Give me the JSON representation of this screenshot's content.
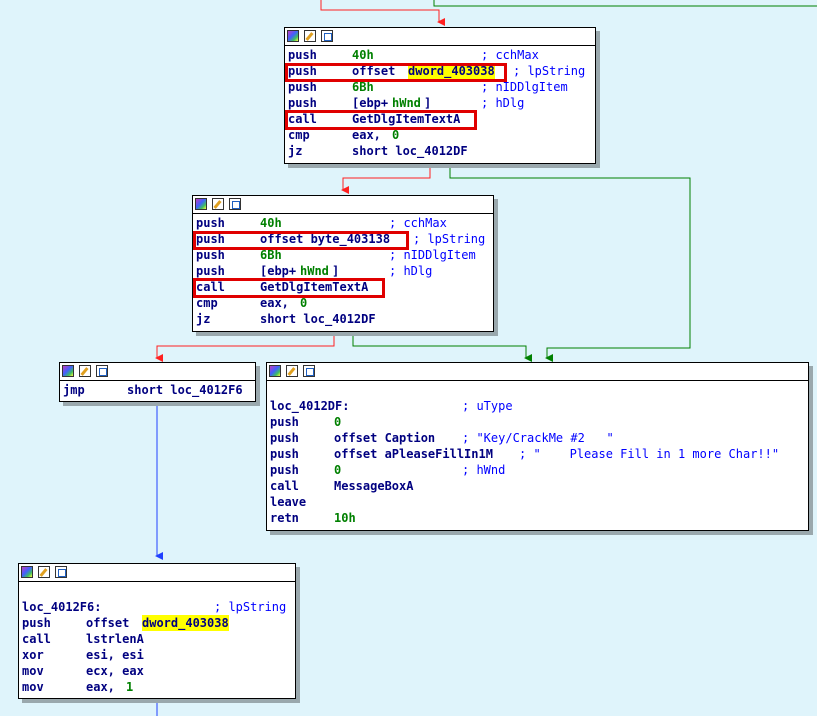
{
  "colors": {
    "background": "#dff4fb",
    "edge_false": "#ff2020",
    "edge_true": "#008000",
    "edge_jump": "#2040ff",
    "highlight_box": "#e00000",
    "highlight_fill": "#ffff00"
  },
  "titlebar_icons": [
    "graph-overview-icon",
    "rename-icon",
    "view-icon"
  ],
  "node1": {
    "lines": [
      {
        "mn": "push",
        "op": "40h",
        "cm": "; cchMax"
      },
      {
        "mn": "push",
        "op_a": "offset ",
        "op_b": "dword_403038",
        "cm": "; lpString"
      },
      {
        "mn": "push",
        "op": "6Bh",
        "cm": "; nIDDlgItem"
      },
      {
        "mn": "push",
        "op_a": "[ebp+",
        "op_b": "hWnd",
        "op_c": "]",
        "cm": "; hDlg"
      },
      {
        "mn": "call",
        "op": "GetDlgItemTextA"
      },
      {
        "mn": "cmp",
        "op_a": "eax, ",
        "op_b": "0"
      },
      {
        "mn": "jz",
        "op": "short loc_4012DF"
      }
    ]
  },
  "node2": {
    "lines": [
      {
        "mn": "push",
        "op": "40h",
        "cm": "; cchMax"
      },
      {
        "mn": "push",
        "op": "offset byte_403138",
        "cm": "; lpString"
      },
      {
        "mn": "push",
        "op": "6Bh",
        "cm": "; nIDDlgItem"
      },
      {
        "mn": "push",
        "op_a": "[ebp+",
        "op_b": "hWnd",
        "op_c": "]",
        "cm": "; hDlg"
      },
      {
        "mn": "call",
        "op": "GetDlgItemTextA"
      },
      {
        "mn": "cmp",
        "op_a": "eax, ",
        "op_b": "0"
      },
      {
        "mn": "jz",
        "op": "short loc_4012DF"
      }
    ]
  },
  "node3": {
    "lines": [
      {
        "mn": "jmp",
        "op": "short loc_4012F6"
      }
    ]
  },
  "node4": {
    "label": "loc_4012DF:",
    "label_cm": "; uType",
    "lines": [
      {
        "mn": "push",
        "op": "0"
      },
      {
        "mn": "push",
        "op": "offset Caption",
        "cm": "; \"Key/CrackMe #2   \""
      },
      {
        "mn": "push",
        "op": "offset aPleaseFillIn1M",
        "cm": "; \"    Please Fill in 1 more Char!!\""
      },
      {
        "mn": "push",
        "op": "0",
        "cm": "; hWnd"
      },
      {
        "mn": "call",
        "op": "MessageBoxA"
      },
      {
        "mn": "leave",
        "op": ""
      },
      {
        "mn": "retn",
        "op": "10h"
      }
    ]
  },
  "node5": {
    "label": "loc_4012F6:",
    "label_cm": "; lpString",
    "lines": [
      {
        "mn": "push",
        "op_a": "offset ",
        "op_b": "dword_403038"
      },
      {
        "mn": "call",
        "op": "lstrlenA"
      },
      {
        "mn": "xor",
        "op": "esi, esi"
      },
      {
        "mn": "mov",
        "op": "ecx, eax"
      },
      {
        "mn": "mov",
        "op_a": "eax, ",
        "op_b": "1"
      }
    ]
  }
}
